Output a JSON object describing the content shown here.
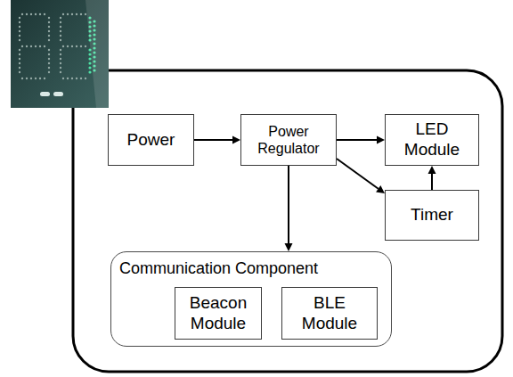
{
  "diagram": {
    "nodes": [
      {
        "text": [
          "Power"
        ]
      },
      {
        "text": [
          "Power Regulator"
        ]
      },
      {
        "text": [
          "LED Module"
        ]
      },
      {
        "text": [
          "Timer"
        ]
      },
      {
        "text": [
          "Communication Component"
        ]
      },
      {
        "text": [
          "Beacon Module"
        ],
        "in": 4
      },
      {
        "text": [
          "BLE Module"
        ],
        "in": 4
      }
    ],
    "edges": [
      {
        "from": 0,
        "to": 1,
        "arrow": "to"
      },
      {
        "from": 1,
        "to": 2,
        "arrow": "to"
      },
      {
        "from": 1,
        "to": 3,
        "arrow": "to"
      },
      {
        "from": 3,
        "to": 2,
        "arrow": "to"
      },
      {
        "from": 1,
        "to": 4,
        "arrow": "to"
      }
    ]
  }
}
